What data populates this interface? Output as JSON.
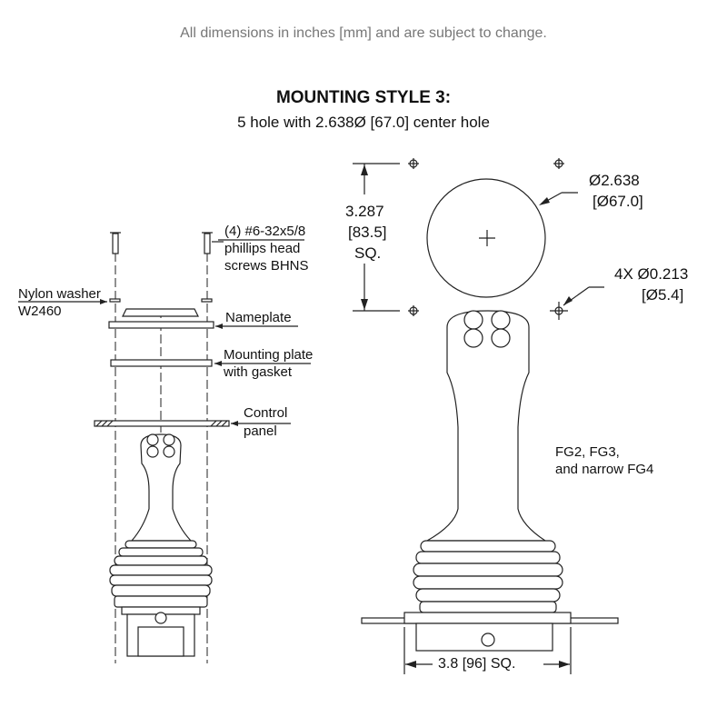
{
  "header": {
    "note": "All dimensions in inches [mm] and are subject to change.",
    "title": "MOUNTING STYLE 3:",
    "subtitle": "5 hole with 2.638Ø [67.0] center hole"
  },
  "exploded_view": {
    "screws": [
      "(4) #6-32x5/8",
      "phillips head",
      "screws BHNS"
    ],
    "washer": [
      "Nylon washer",
      "W2460"
    ],
    "nameplate": "Nameplate",
    "mounting_plate": [
      "Mounting plate",
      "with gasket"
    ],
    "control_panel": [
      "Control",
      "panel"
    ]
  },
  "mounting_view": {
    "square_dim": [
      "3.287",
      "[83.5]",
      "SQ."
    ],
    "center_hole": [
      "Ø2.638",
      "[Ø67.0]"
    ],
    "holes": [
      "4X Ø0.213",
      "[Ø5.4]"
    ],
    "models": [
      "FG2, FG3,",
      "and narrow FG4"
    ],
    "base_dim": "3.8 [96] SQ."
  }
}
